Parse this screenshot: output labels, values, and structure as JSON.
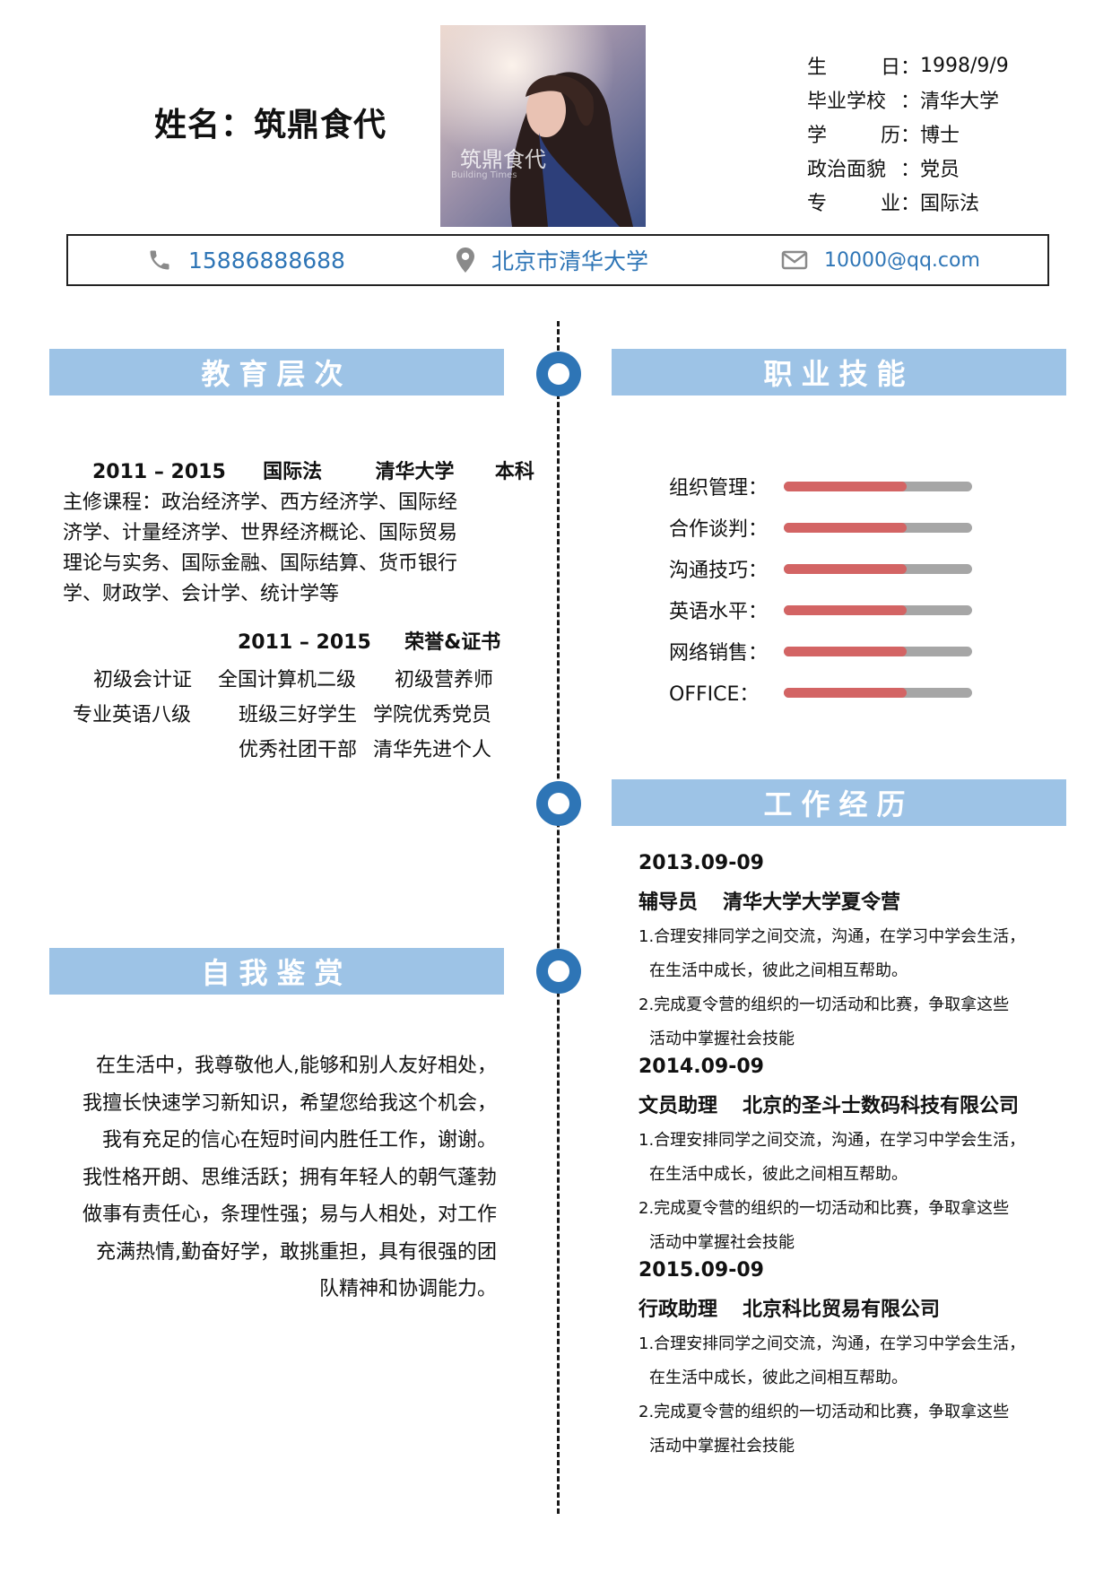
{
  "header": {
    "name": "姓名：筑鼎食代",
    "photo_watermark": "筑鼎食代",
    "photo_watermark_sub": "Building Times",
    "info": [
      {
        "label": "生日",
        "value": "1998/9/9"
      },
      {
        "label": "毕业学校",
        "value": "清华大学"
      },
      {
        "label": "学历",
        "value": "博士"
      },
      {
        "label": "政治面貌",
        "value": "党员"
      },
      {
        "label": "专业",
        "value": "国际法"
      }
    ]
  },
  "contact": {
    "phone": "15886888688",
    "address": "北京市清华大学",
    "email": "10000@qq.com"
  },
  "sections": {
    "education": "教育层次",
    "skills": "职业技能",
    "work": "工作经历",
    "self": "自我鉴赏"
  },
  "education": {
    "degree": {
      "period": "2011 – 2015",
      "major": "国际法",
      "school": "清华大学",
      "level": "本科"
    },
    "courses": [
      "主修课程：政治经济学、西方经济学、国际经",
      "济学、计量经济学、世界经济概论、国际贸易",
      "理论与实务、国际金融、国际结算、货币银行",
      "学、财政学、会计学、统计学等"
    ],
    "honors_period": "2011 – 2015",
    "honors_title": "荣誉&证书",
    "certificates": [
      "初级会计证",
      "全国计算机二级",
      "初级营养师",
      "专业英语八级",
      "班级三好学生",
      "学院优秀党员",
      "优秀社团干部",
      "清华先进个人"
    ]
  },
  "skills": [
    {
      "label": "组织管理：",
      "level": 0.65
    },
    {
      "label": "合作谈判：",
      "level": 0.65
    },
    {
      "label": "沟通技巧：",
      "level": 0.65
    },
    {
      "label": "英语水平：",
      "level": 0.65
    },
    {
      "label": "网络销售：",
      "level": 0.65
    },
    {
      "label": "OFFICE：",
      "level": 0.65
    }
  ],
  "work": [
    {
      "date": "2013.09-09",
      "role": "辅导员",
      "company": "清华大学大学夏令营",
      "lines": [
        "1.合理安排同学之间交流，沟通，在学习中学会生活，",
        "在生活中成长，彼此之间相互帮助。",
        "2.完成夏令营的组织的一切活动和比赛，争取拿这些",
        "活动中掌握社会技能"
      ]
    },
    {
      "date": "2014.09-09",
      "role": "文员助理",
      "company": "北京的圣斗士数码科技有限公司",
      "lines": [
        "1.合理安排同学之间交流，沟通，在学习中学会生活，",
        "在生活中成长，彼此之间相互帮助。",
        "2.完成夏令营的组织的一切活动和比赛，争取拿这些",
        "活动中掌握社会技能"
      ]
    },
    {
      "date": "2015.09-09",
      "role": "行政助理",
      "company": "北京科比贸易有限公司",
      "lines": [
        "1.合理安排同学之间交流，沟通，在学习中学会生活，",
        "在生活中成长，彼此之间相互帮助。",
        "2.完成夏令营的组织的一切活动和比赛，争取拿这些",
        "活动中掌握社会技能"
      ]
    }
  ],
  "self_evaluation": [
    "在生活中，我尊敬他人,能够和别人友好相处，",
    "我擅长快速学习新知识，希望您给我这个机会，",
    "我有充足的信心在短时间内胜任工作，谢谢。",
    "我性格开朗、思维活跃；拥有年轻人的朝气蓬勃",
    "做事有责任心，条理性强；易与人相处，对工作",
    "充满热情,勤奋好学，敢挑重担，具有很强的团",
    "队精神和协调能力。"
  ],
  "colors": {
    "accent_blue": "#2e75b6",
    "section_bg": "#9dc3e6",
    "bar_fill": "#d36464",
    "bar_track": "#a6a6a6"
  }
}
